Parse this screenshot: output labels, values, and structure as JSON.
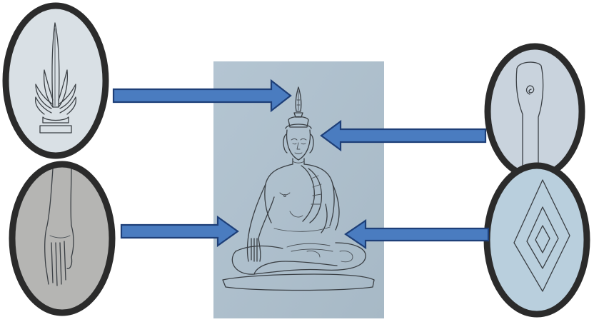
{
  "colors": {
    "panel_background": "#aebfcc",
    "oval_frame": "#2b2b2b",
    "oval_fill_top_left": "#d9e0e5",
    "oval_fill_bottom_left": "#b5b5b3",
    "oval_fill_top_right": "#c9d3dd",
    "oval_fill_bottom_right": "#b9cfdd",
    "arrow_fill": "#4a7cc0",
    "arrow_stroke": "#1e3f78",
    "sketch_stroke": "#3a3f44"
  },
  "details": [
    {
      "id": "flame-finial",
      "icon": "flame-finial-icon",
      "side": "left",
      "points_to": "head-flame"
    },
    {
      "id": "hand",
      "icon": "hand-icon",
      "side": "left",
      "points_to": "right-hand-earth-touching"
    },
    {
      "id": "ear",
      "icon": "ear-icon",
      "side": "right",
      "points_to": "ear"
    },
    {
      "id": "diamond-pattern",
      "icon": "diamond-pattern-icon",
      "side": "right",
      "points_to": "lap"
    }
  ],
  "arrows": [
    {
      "from": "flame-finial",
      "direction": "right"
    },
    {
      "from": "ear",
      "direction": "left"
    },
    {
      "from": "hand",
      "direction": "right"
    },
    {
      "from": "diamond-pattern",
      "direction": "left"
    }
  ]
}
